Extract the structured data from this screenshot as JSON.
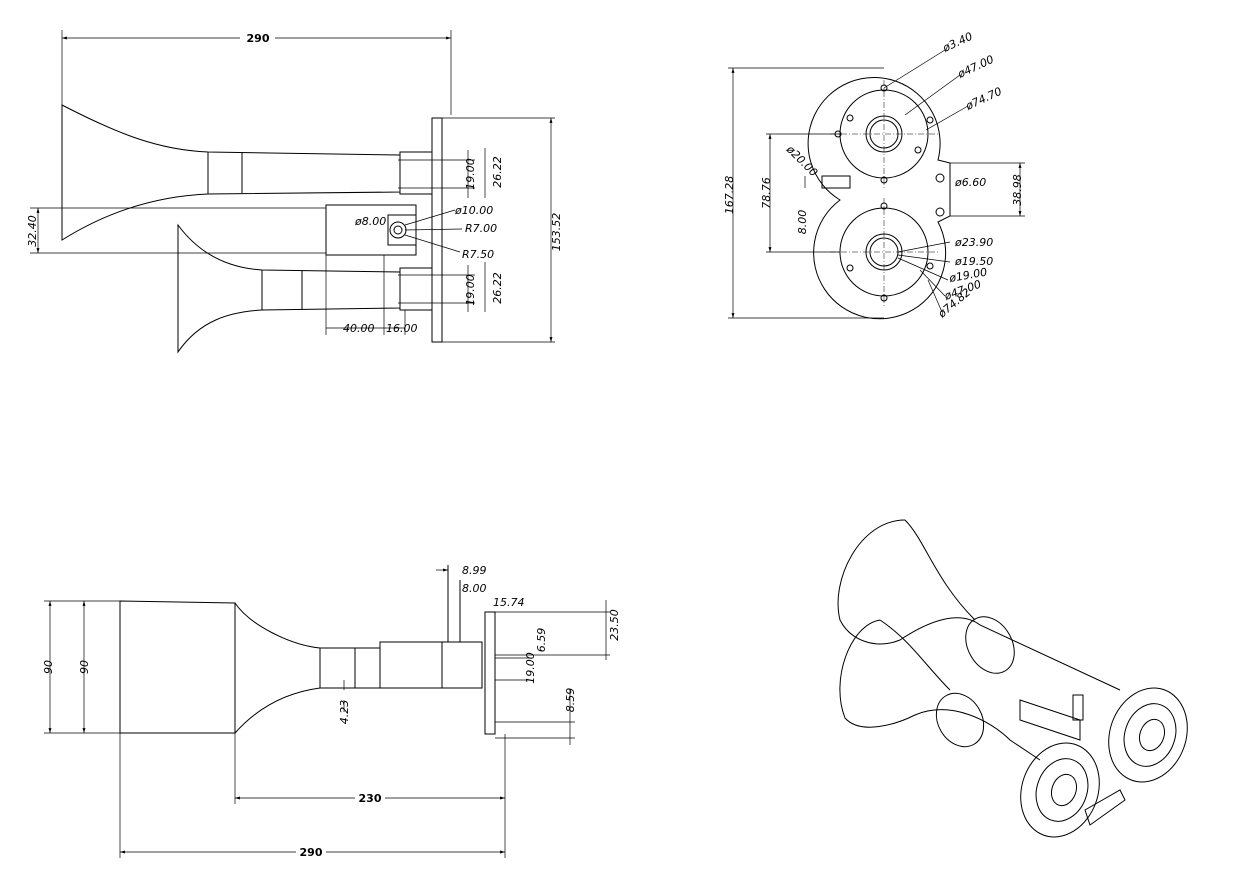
{
  "views": {
    "side": {
      "overall_length": "290",
      "height_32": "32.40",
      "hole_dia": "ø8.00",
      "tube_dia": "ø10.00",
      "radius_7": "R7.00",
      "radius_75": "R7.50",
      "height_total": "153.52",
      "port_19_top": "19.00",
      "port_2622_top": "26.22",
      "port_19_bot": "19.00",
      "port_2622_bot": "26.22",
      "len_40": "40.00",
      "len_16": "16.00"
    },
    "end": {
      "d_340": "ø3.40",
      "d_4700_top": "ø47.00",
      "d_7470": "ø74.70",
      "d_2000": "ø20.00",
      "d_660": "ø6.60",
      "d_2390": "ø23.90",
      "d_1950": "ø19.50",
      "d_1900": "ø19.00",
      "d_4700_bot": "ø47.00",
      "d_7482": "ø74.82",
      "h_16728": "167.28",
      "h_7876": "78.76",
      "h_800": "8.00",
      "h_3898": "38.98"
    },
    "top": {
      "w_90_outer": "90",
      "w_90_inner": "90",
      "d_899": "8.99",
      "d_800": "8.00",
      "d_1574": "15.74",
      "d_2350": "23.50",
      "d_659": "6.59",
      "d_1900": "19.00",
      "d_859": "8.59",
      "d_423": "4.23",
      "len_230": "230",
      "len_290": "290"
    }
  }
}
